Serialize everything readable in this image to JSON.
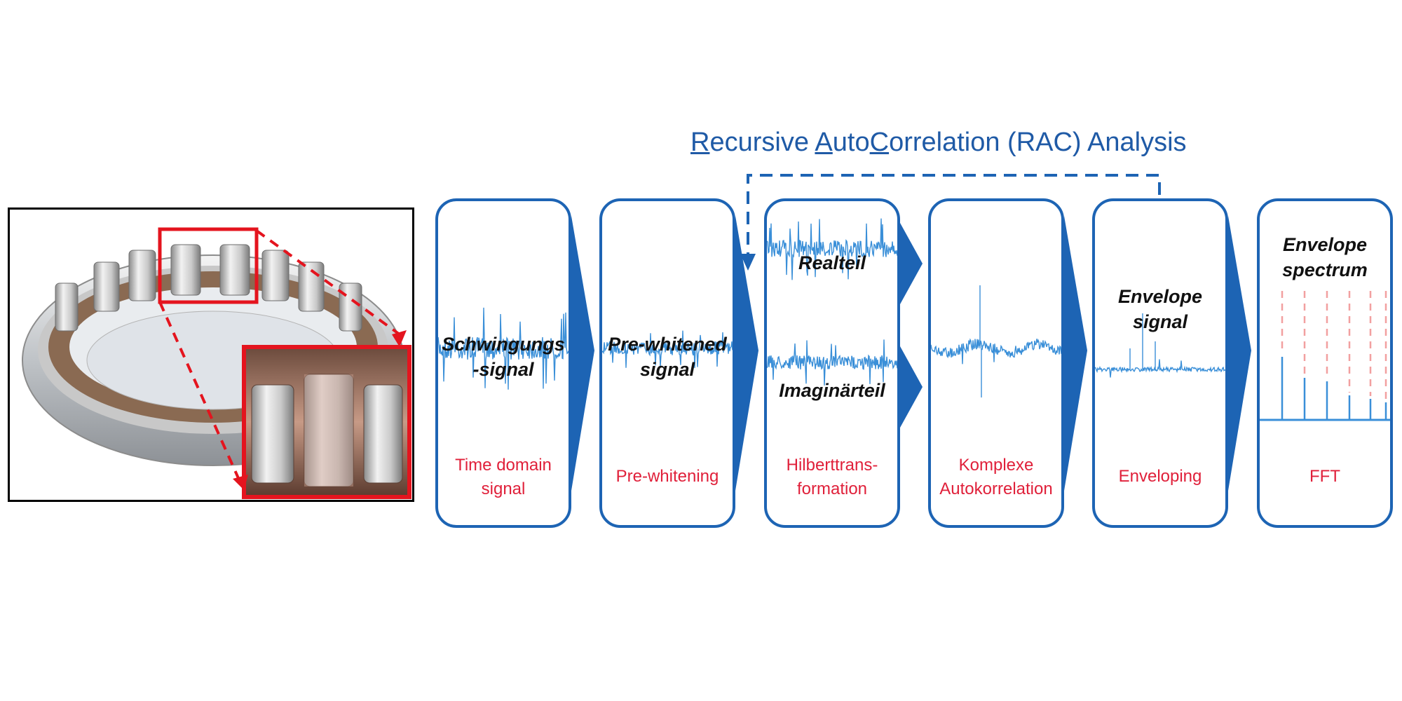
{
  "title": {
    "part1": "R",
    "part2": "ecursive ",
    "part3": "A",
    "part4": "uto",
    "part5": "C",
    "part6": "orrelation (RAC) Analysis"
  },
  "stages": [
    {
      "caption_line1": "Time domain",
      "caption_line2": "signal",
      "label_line1": "Schwingungs",
      "label_line2": "-signal"
    },
    {
      "caption_line1": "Pre-whitening",
      "caption_line2": "",
      "label_line1": "Pre-whitened",
      "label_line2": "signal"
    },
    {
      "caption_line1": "Hilberttrans-",
      "caption_line2": "formation",
      "label_top": "Realteil",
      "label_bottom": "Imaginärteil"
    },
    {
      "caption_line1": "Komplexe",
      "caption_line2": "Autokorrelation"
    },
    {
      "caption_line1": "Enveloping",
      "caption_line2": "",
      "label_line1": "Envelope",
      "label_line2": "signal"
    },
    {
      "caption_line1": "FFT",
      "caption_line2": "",
      "label_line1": "Envelope",
      "label_line2": "spectrum"
    }
  ],
  "colors": {
    "accent": "#1d64b4",
    "signal": "#3a8fd8",
    "caption": "#e0203a",
    "highlight": "#e4141e"
  }
}
